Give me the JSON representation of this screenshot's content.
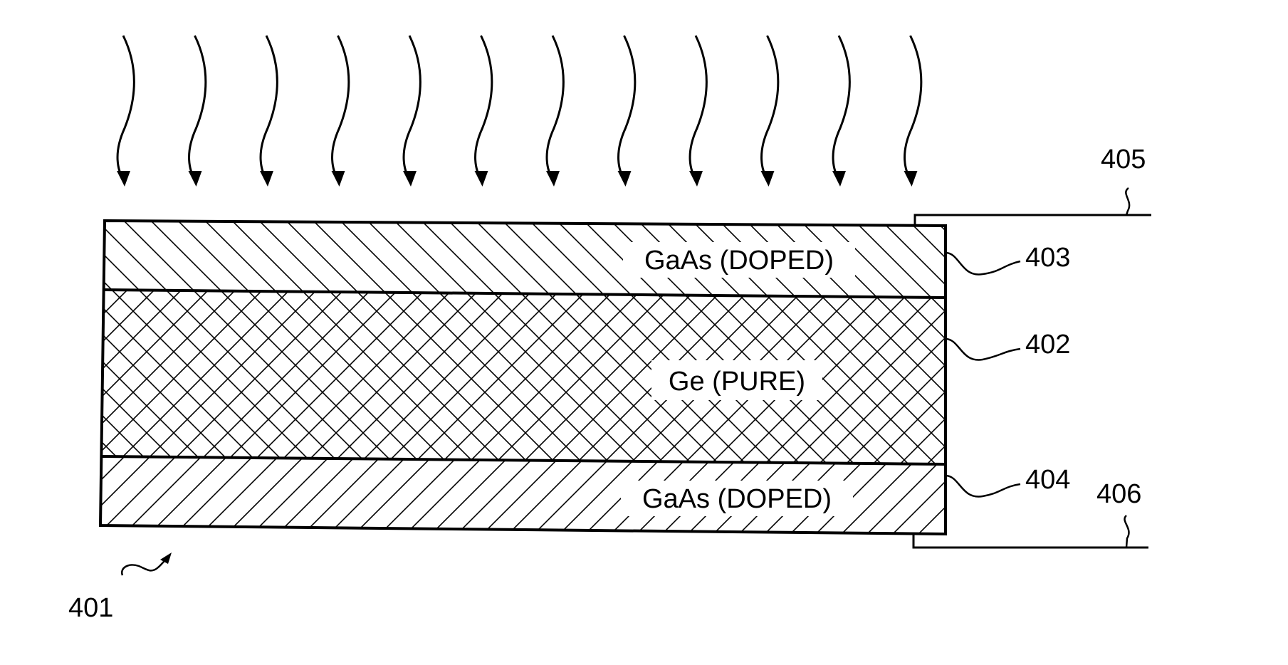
{
  "figure": {
    "layers": {
      "top": {
        "text": "GaAs (DOPED)",
        "ref": "403",
        "pattern": "single-hatch"
      },
      "middle": {
        "text": "Ge (PURE)",
        "ref": "402",
        "pattern": "cross-hatch"
      },
      "bottom": {
        "text": "GaAs (DOPED)",
        "ref": "404",
        "pattern": "single-hatch"
      }
    },
    "references": {
      "device": "401",
      "top_contact": "405",
      "bottom_contact": "406"
    },
    "incident_radiation_arrows": 12,
    "colors": {
      "ink": "#000000",
      "background": "#ffffff"
    }
  }
}
